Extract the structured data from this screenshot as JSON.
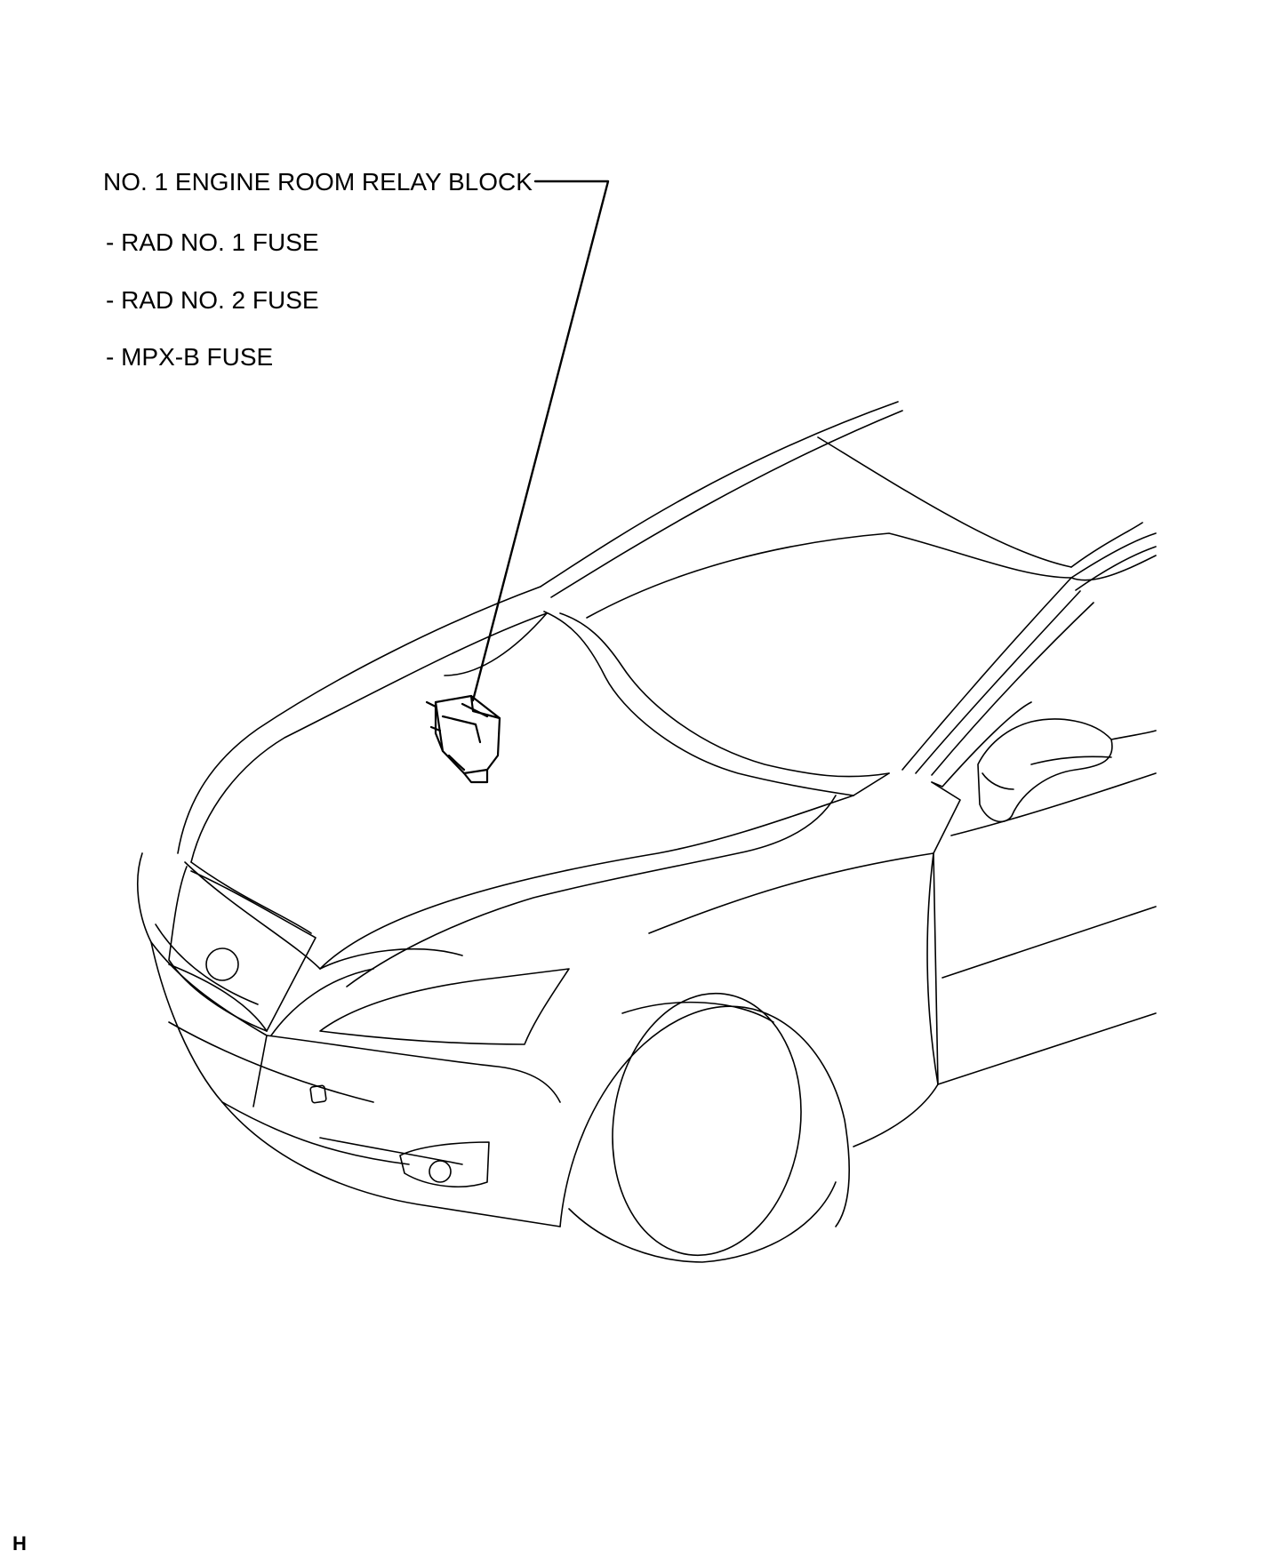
{
  "callout": {
    "title": "NO. 1 ENGINE ROOM RELAY BLOCK",
    "items": [
      "- RAD NO. 1 FUSE",
      "- RAD NO. 2 FUSE",
      "- MPX-B FUSE"
    ]
  },
  "corner_code": "H",
  "colors": {
    "line": "#000000",
    "background": "#ffffff"
  }
}
